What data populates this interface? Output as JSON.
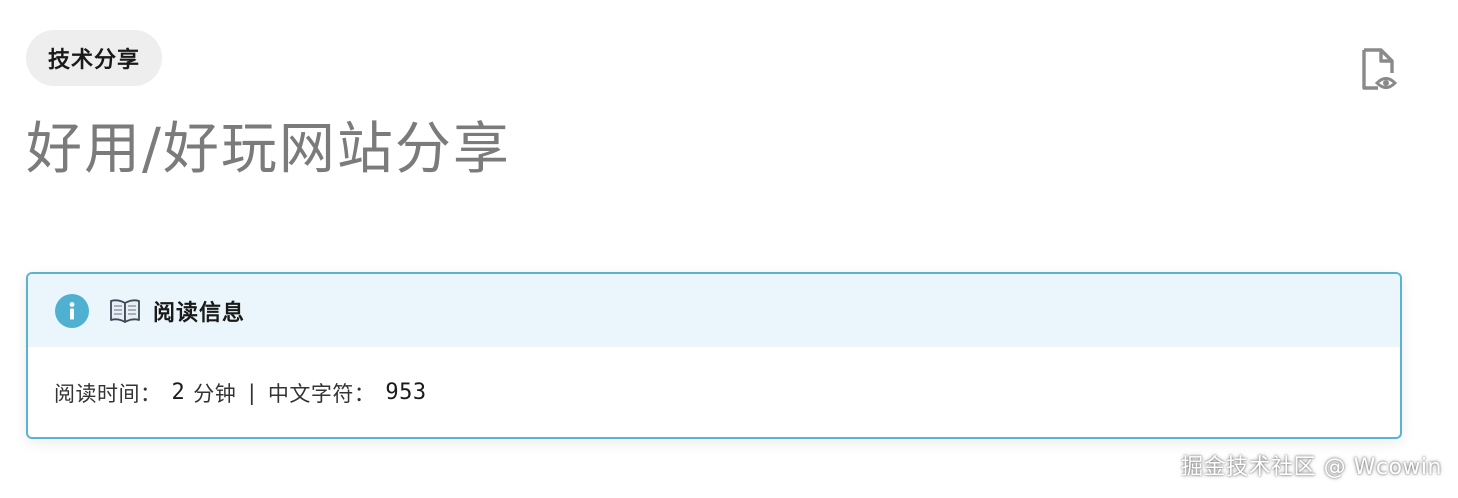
{
  "tag": {
    "label": "技术分享"
  },
  "title": "好用/好玩网站分享",
  "toolbar": {
    "doc_view_icon": "document-eye-icon"
  },
  "info_panel": {
    "icon": "info-icon",
    "book_icon": "open-book-icon",
    "title": "阅读信息",
    "read_time_label": "阅读时间：",
    "read_time_value": "2",
    "read_time_unit": "分钟",
    "separator": "|",
    "char_count_label": "中文字符：",
    "char_count_value": "953"
  },
  "watermark": "掘金技术社区 @ Wcowin",
  "colors": {
    "accent": "#5ab4cf",
    "info_header_bg": "#eaf6fb",
    "info_icon": "#4fb0d2",
    "tag_bg": "#eeeeee",
    "title": "#7b7b7b"
  }
}
